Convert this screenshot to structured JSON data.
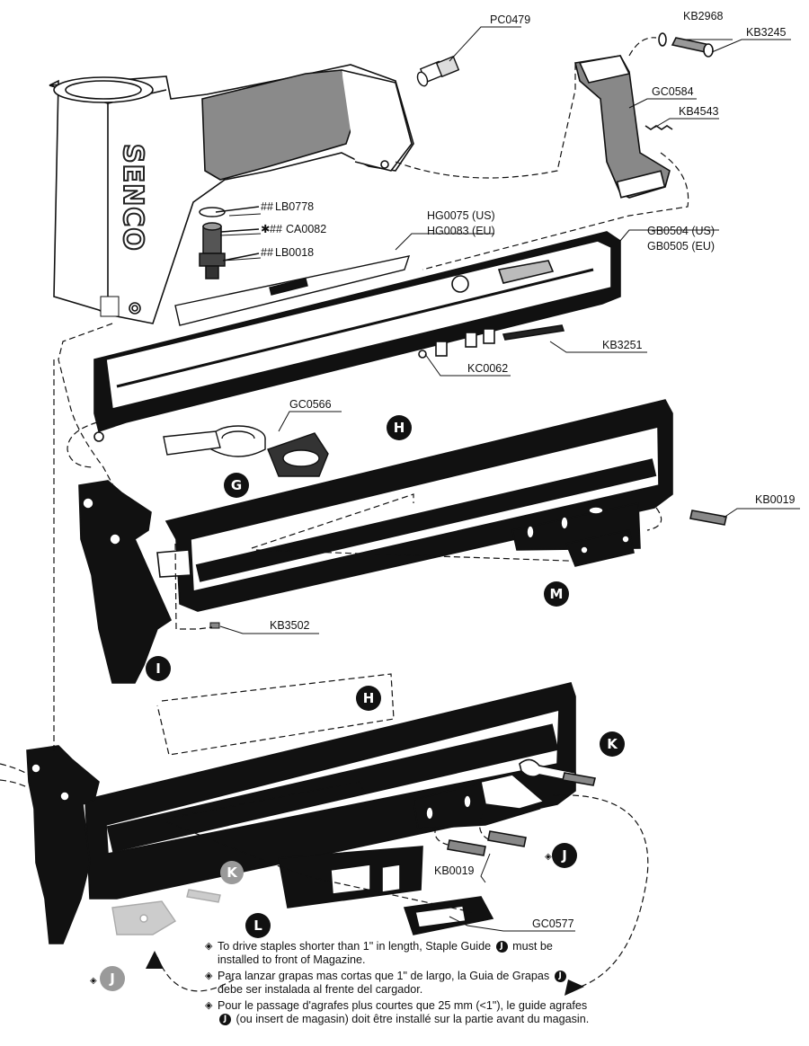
{
  "brand": "SENCO",
  "parts": {
    "pc0479": "PC0479",
    "kb2968": "KB2968",
    "kb3245": "KB3245",
    "gc0584": "GC0584",
    "kb4543": "KB4543",
    "lb0778": "LB0778",
    "ca0082": "CA0082",
    "lb0018": "LB0018",
    "hg0075": "HG0075 (US)",
    "hg0083": "HG0083 (EU)",
    "gb0504": "GB0504 (US)",
    "gb0505": "GB0505 (EU)",
    "kb3251": "KB3251",
    "kc0062": "KC0062",
    "gc0566": "GC0566",
    "kb0019_top": "KB0019",
    "kb3502": "KB3502",
    "kb0019_bottom": "KB0019",
    "gc0577": "GC0577"
  },
  "markers": {
    "double_hash": "##",
    "star": "✱"
  },
  "badges": {
    "g": "G",
    "h_top": "H",
    "i": "I",
    "m": "M",
    "h_bottom": "H",
    "k": "K",
    "j": "J",
    "k_alt": "K",
    "l": "L",
    "j_alt": "J"
  },
  "notes": [
    {
      "symbol": "◈",
      "before": "To drive staples shorter than 1\" in length, Staple Guide",
      "badge": "J",
      "after": "must be installed to front of Magazine."
    },
    {
      "symbol": "◈",
      "before": "Para lanzar grapas mas cortas que 1\" de largo, la Guia de Grapas",
      "badge": "J",
      "after": "debe ser instalada al frente del cargador."
    },
    {
      "symbol": "◈",
      "before": "Pour le passage d'agrafes plus courtes que 25 mm (<1\"), le guide agrafes",
      "badge": "J",
      "after": "(ou insert de magasin) doit être installé sur la partie avant du magasin."
    }
  ],
  "colors": {
    "ink": "#111111",
    "grip": "#8a8a8a",
    "ghost": "#b5b5b5",
    "badge": "#111111",
    "badge_alt": "#9a9a9a"
  }
}
